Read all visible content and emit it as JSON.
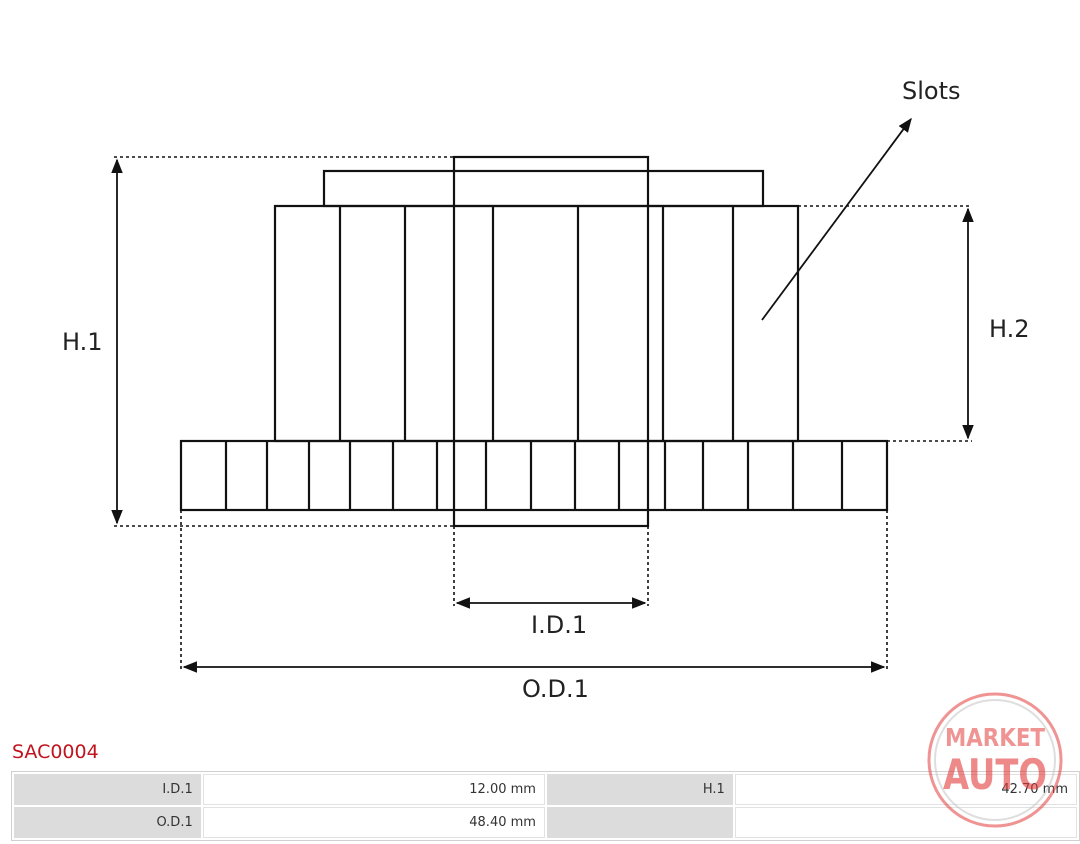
{
  "drawing": {
    "labels": {
      "slots": "Slots",
      "h1": "H.1",
      "h2": "H.2",
      "id1": "I.D.1",
      "od1": "O.D.1"
    }
  },
  "product": {
    "code": "SAC0004"
  },
  "specs": [
    {
      "label": "I.D.1",
      "value": "12.00 mm",
      "label2": "H.1",
      "value2": "42.70 mm"
    },
    {
      "label": "O.D.1",
      "value": "48.40 mm",
      "label2": "",
      "value2": ""
    }
  ],
  "logo": {
    "line1": "MARKET",
    "line2": "AUTO"
  },
  "colors": {
    "code": "#c0141e",
    "logo": "#e23b3b",
    "label_cell": "#dcdcdc"
  }
}
